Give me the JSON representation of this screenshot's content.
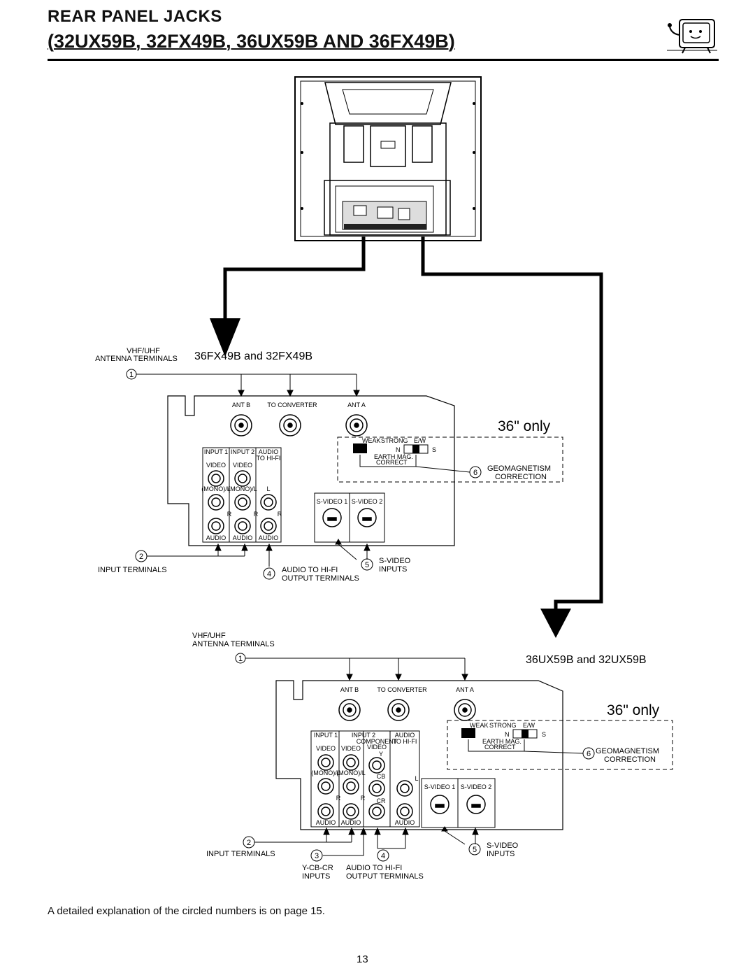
{
  "header": {
    "title": "REAR PANEL JACKS",
    "subtitle": "(32UX59B, 32FX49B, 36UX59B AND 36FX49B)"
  },
  "panel_fx": {
    "heading": "36FX49B and 32FX49B",
    "vhf_label_1": "VHF/UHF",
    "vhf_label_2": "ANTENNA TERMINALS",
    "ant_b": "ANT B",
    "to_converter": "TO CONVERTER",
    "ant_a": "ANT A",
    "only_36": "36\" only",
    "input1": "INPUT 1",
    "input2": "INPUT 2",
    "audio_hifi_1": "AUDIO",
    "audio_hifi_2": "TO HI-FI",
    "video": "VIDEO",
    "mono": "(MONO)/L",
    "l": "L",
    "r": "R",
    "audio": "AUDIO",
    "svideo1": "S-VIDEO 1",
    "svideo2": "S-VIDEO 2",
    "weak": "WEAK",
    "strong": "STRONG",
    "ew": "E/W",
    "n": "N",
    "s": "S",
    "earth_mag": "EARTH MAG.",
    "correct": "CORRECT",
    "geo_1": "GEOMAGNETISM",
    "geo_2": "CORRECTION",
    "input_terminals": "INPUT TERMINALS",
    "audio_to_hifi": "AUDIO TO HI-FI",
    "output_terminals": "OUTPUT TERMINALS",
    "svideo_label": "S-VIDEO",
    "inputs": "INPUTS",
    "n1": "1",
    "n2": "2",
    "n4": "4",
    "n5": "5",
    "n6": "6"
  },
  "panel_ux": {
    "heading": "36UX59B and 32UX59B",
    "vhf_label_1": "VHF/UHF",
    "vhf_label_2": "ANTENNA TERMINALS",
    "ant_b": "ANT B",
    "to_converter": "TO CONVERTER",
    "ant_a": "ANT A",
    "only_36": "36\" only",
    "input1": "INPUT 1",
    "input2": "INPUT 2",
    "audio_hifi_1": "AUDIO",
    "audio_hifi_2": "TO HI-FI",
    "component_1": "COMPONENT",
    "component_2": "VIDEO",
    "video": "VIDEO",
    "y": "Y",
    "cb": "CB",
    "cr": "CR",
    "mono": "(MONO)/L",
    "l": "L",
    "r": "R",
    "audio": "AUDIO",
    "svideo1": "S-VIDEO 1",
    "svideo2": "S-VIDEO 2",
    "weak": "WEAK",
    "strong": "STRONG",
    "ew": "E/W",
    "n": "N",
    "s": "S",
    "earth_mag": "EARTH MAG.",
    "correct": "CORRECT",
    "geo_1": "GEOMAGNETISM",
    "geo_2": "CORRECTION",
    "input_terminals": "INPUT TERMINALS",
    "ycbcr_1": "Y-CB-CR",
    "ycbcr_2": "INPUTS",
    "audio_to_hifi": "AUDIO TO HI-FI",
    "output_terminals": "OUTPUT TERMINALS",
    "svideo_label": "S-VIDEO",
    "inputs": "INPUTS",
    "n1": "1",
    "n2": "2",
    "n3": "3",
    "n4": "4",
    "n5": "5",
    "n6": "6"
  },
  "footnote": "A detailed explanation of the circled numbers is on page 15.",
  "page_number": "13",
  "icons": [
    "tv-mascot-icon",
    "arrow-down-icon"
  ]
}
